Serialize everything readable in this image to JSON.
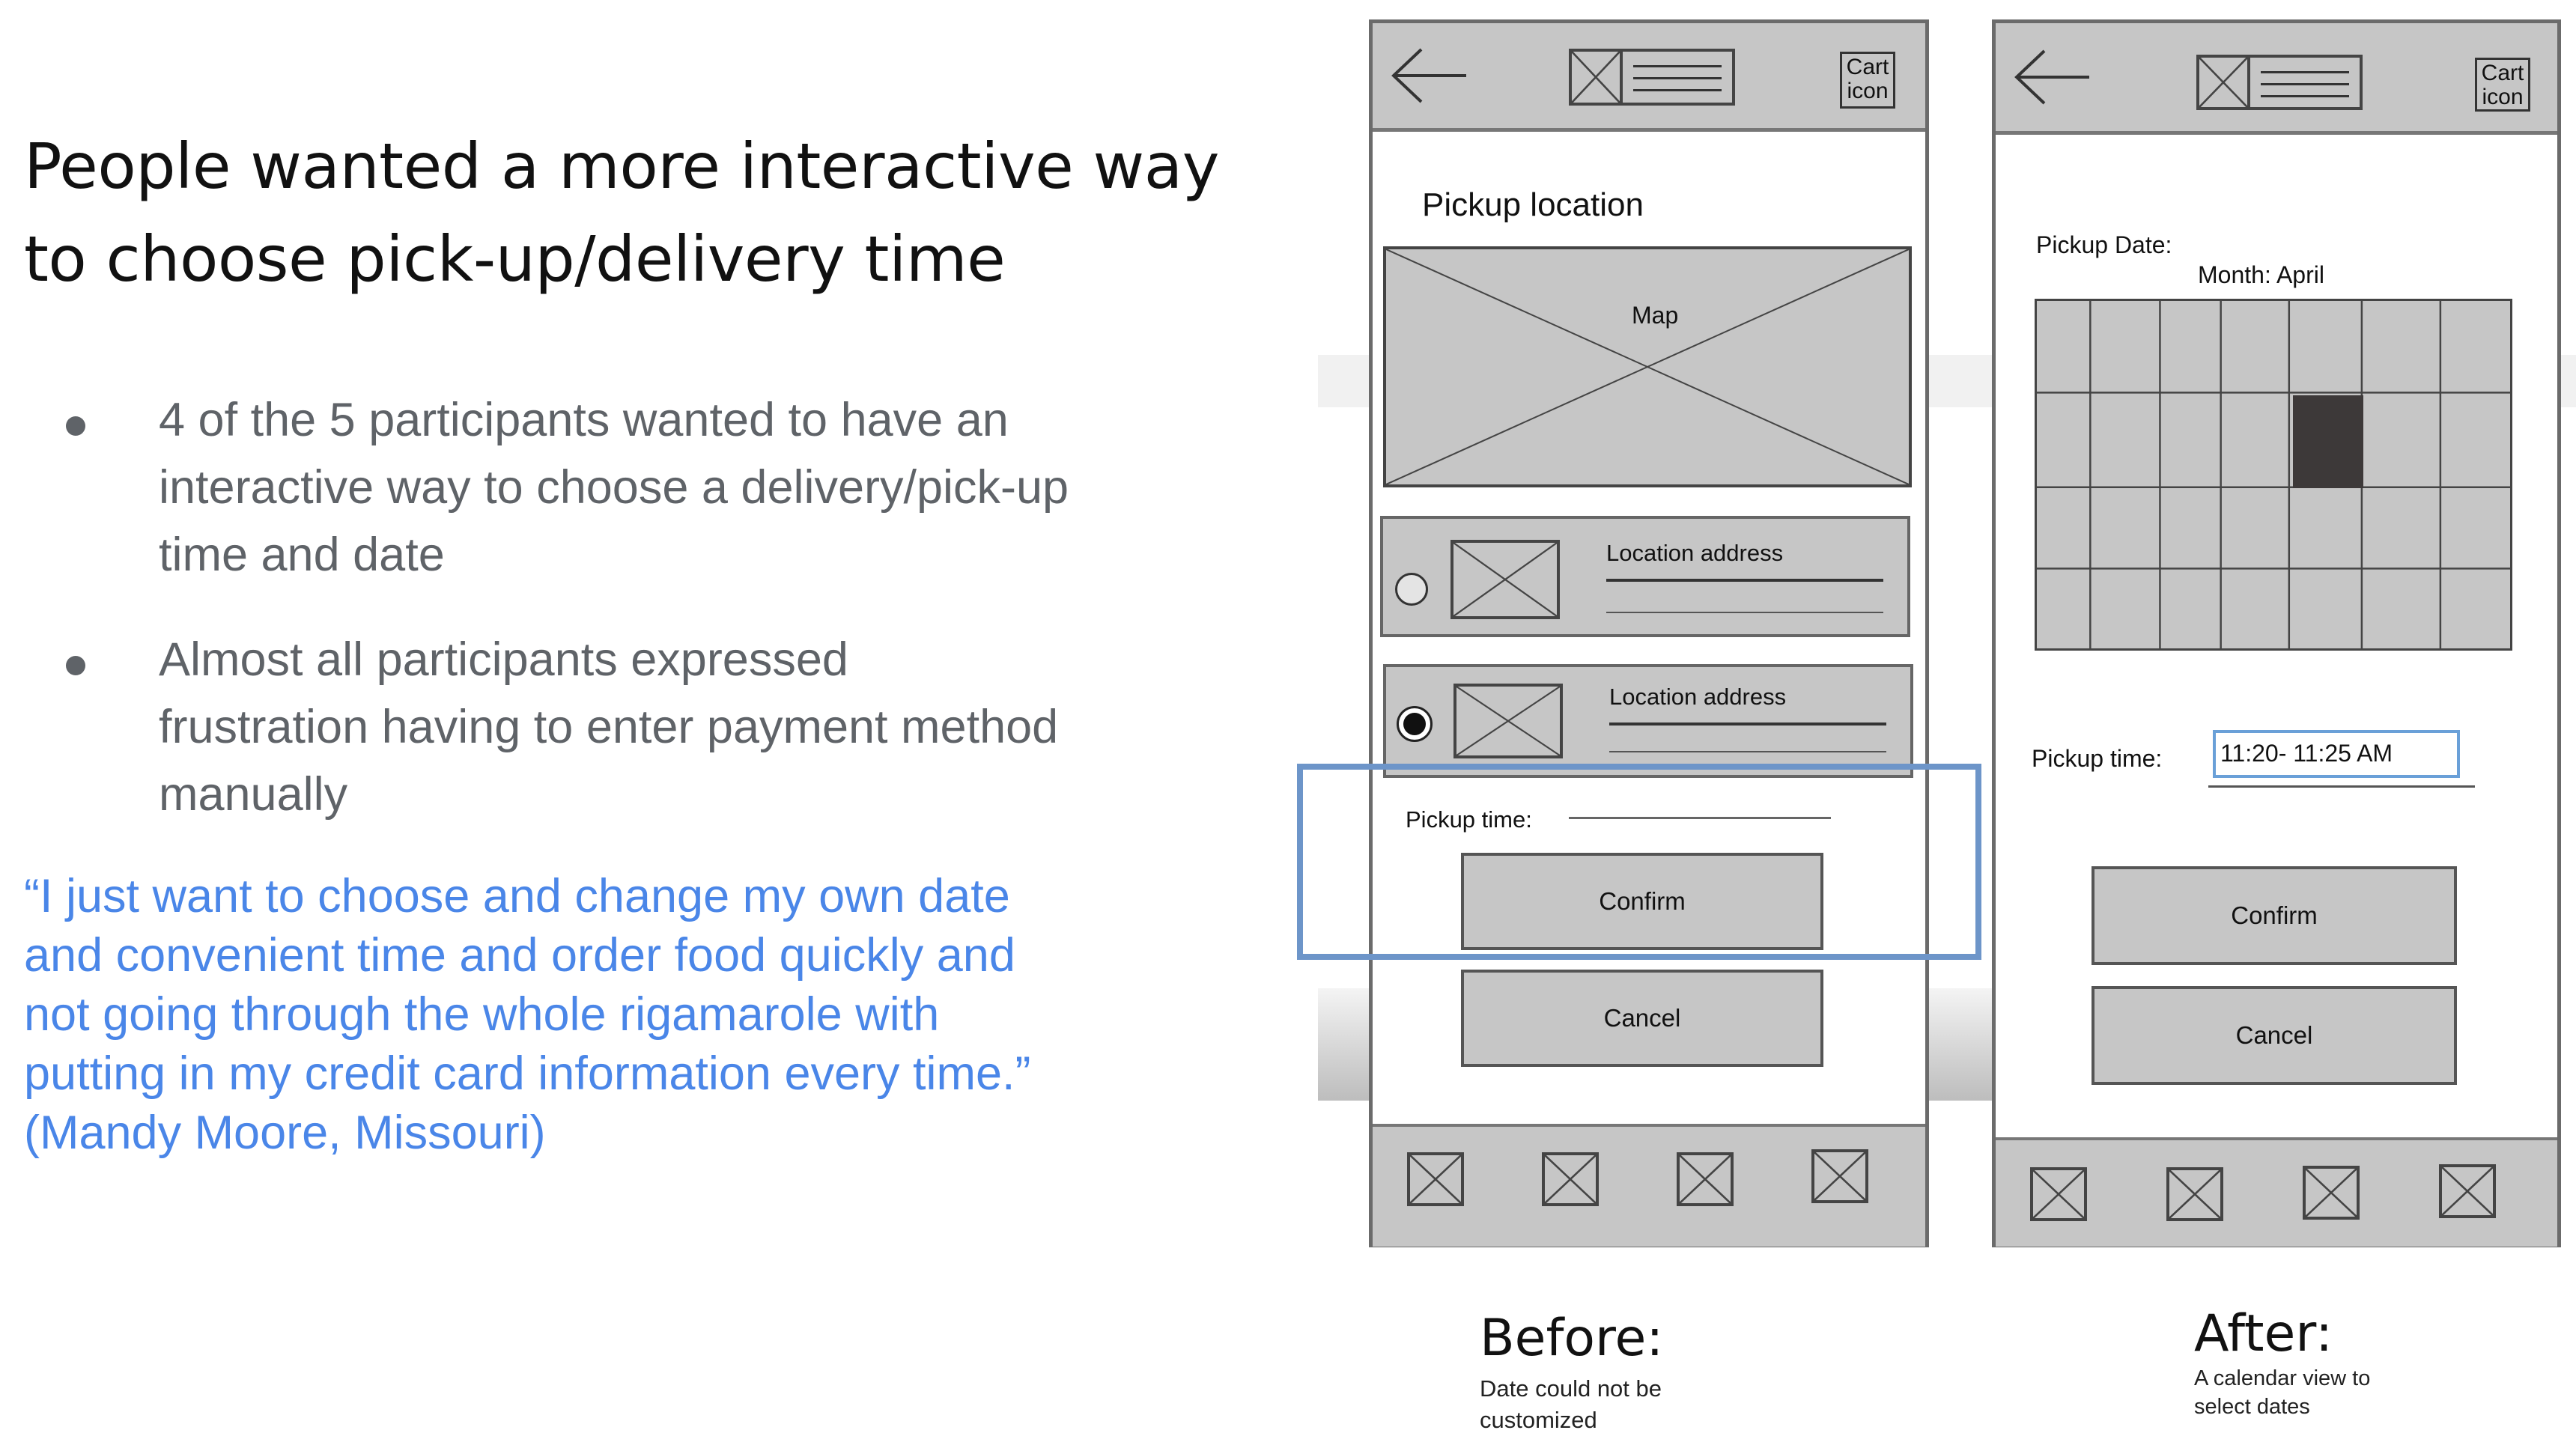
{
  "headline": "People wanted a more interactive way to choose pick-up/delivery time",
  "bullets": [
    "4 of the 5 participants wanted to have an interactive way to choose a delivery/pick-up time and date",
    "Almost all participants expressed frustration having to enter payment method manually"
  ],
  "quote": "“I just want to choose and change my own date and convenient time and order food quickly and not going through the whole rigamarole with putting in my credit card information every time.” (Mandy Moore, Missouri)",
  "before": {
    "cart_label_1": "Cart",
    "cart_label_2": "icon",
    "section_title": "Pickup location",
    "map_label": "Map",
    "location_1": "Location address",
    "location_2": "Location address",
    "pickup_time_label": "Pickup time:",
    "confirm": "Confirm",
    "cancel": "Cancel",
    "caption_title": "Before:",
    "caption_text": "Date could not be customized"
  },
  "after": {
    "cart_label_1": "Cart",
    "cart_label_2": "icon",
    "pickup_date_label": "Pickup Date:",
    "month_label": "Month: April",
    "pickup_time_label": "Pickup time:",
    "pickup_time_value": "11:20- 11:25 AM",
    "confirm": "Confirm",
    "cancel": "Cancel",
    "caption_title": "After:",
    "caption_text": "A  calendar view to select dates"
  },
  "colors": {
    "quote_blue": "#4a86e8",
    "highlight_blue": "#6d95c9",
    "wireframe_gray": "#c6c6c6",
    "selected_day": "#3d3939"
  }
}
